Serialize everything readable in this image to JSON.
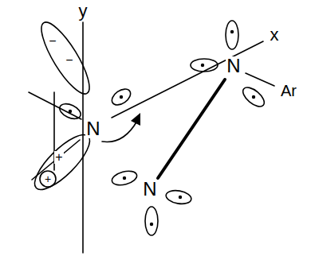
{
  "diagram": {
    "labels": [
      "y",
      "x",
      "N",
      "N",
      "Ar",
      "N",
      "−",
      "−",
      "+",
      "+"
    ]
  }
}
